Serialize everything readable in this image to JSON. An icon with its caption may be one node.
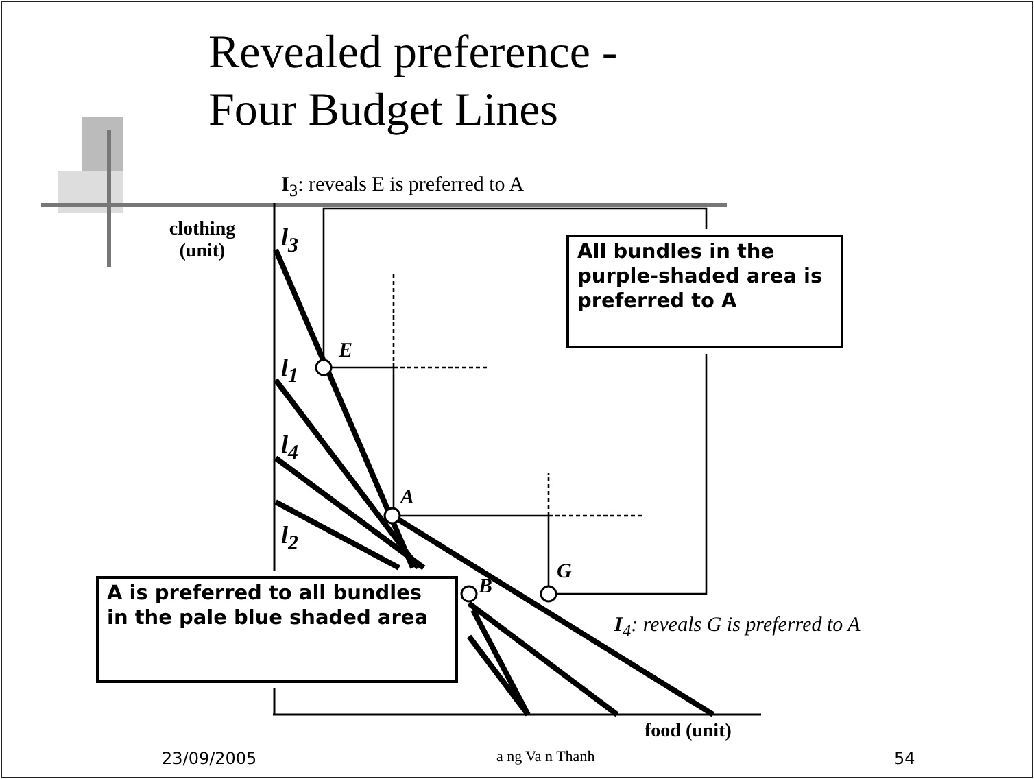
{
  "diagram": {
    "title": "Revealed preference - Four Budget Lines",
    "nodes": [
      {
        "text": [
          "All bundles in the purple-shaded area is preferred to A"
        ]
      },
      {
        "text": [
          "A is preferred to all bundles in the pale blue shaded area"
        ]
      }
    ],
    "labels": [
      "**I**$_{3}$: reveals E is preferred to A",
      "clothing (unit)",
      "l$_{3}$",
      "E",
      "l$_{1}$",
      "l$_{4}$",
      "A",
      "l$_{2}$",
      "G",
      "B",
      "**I**$_{4}$: reveals G is preferred to A",
      "food (unit)",
      "23/09/2005",
      "a   ng Va  n Thanh",
      "54"
    ]
  }
}
